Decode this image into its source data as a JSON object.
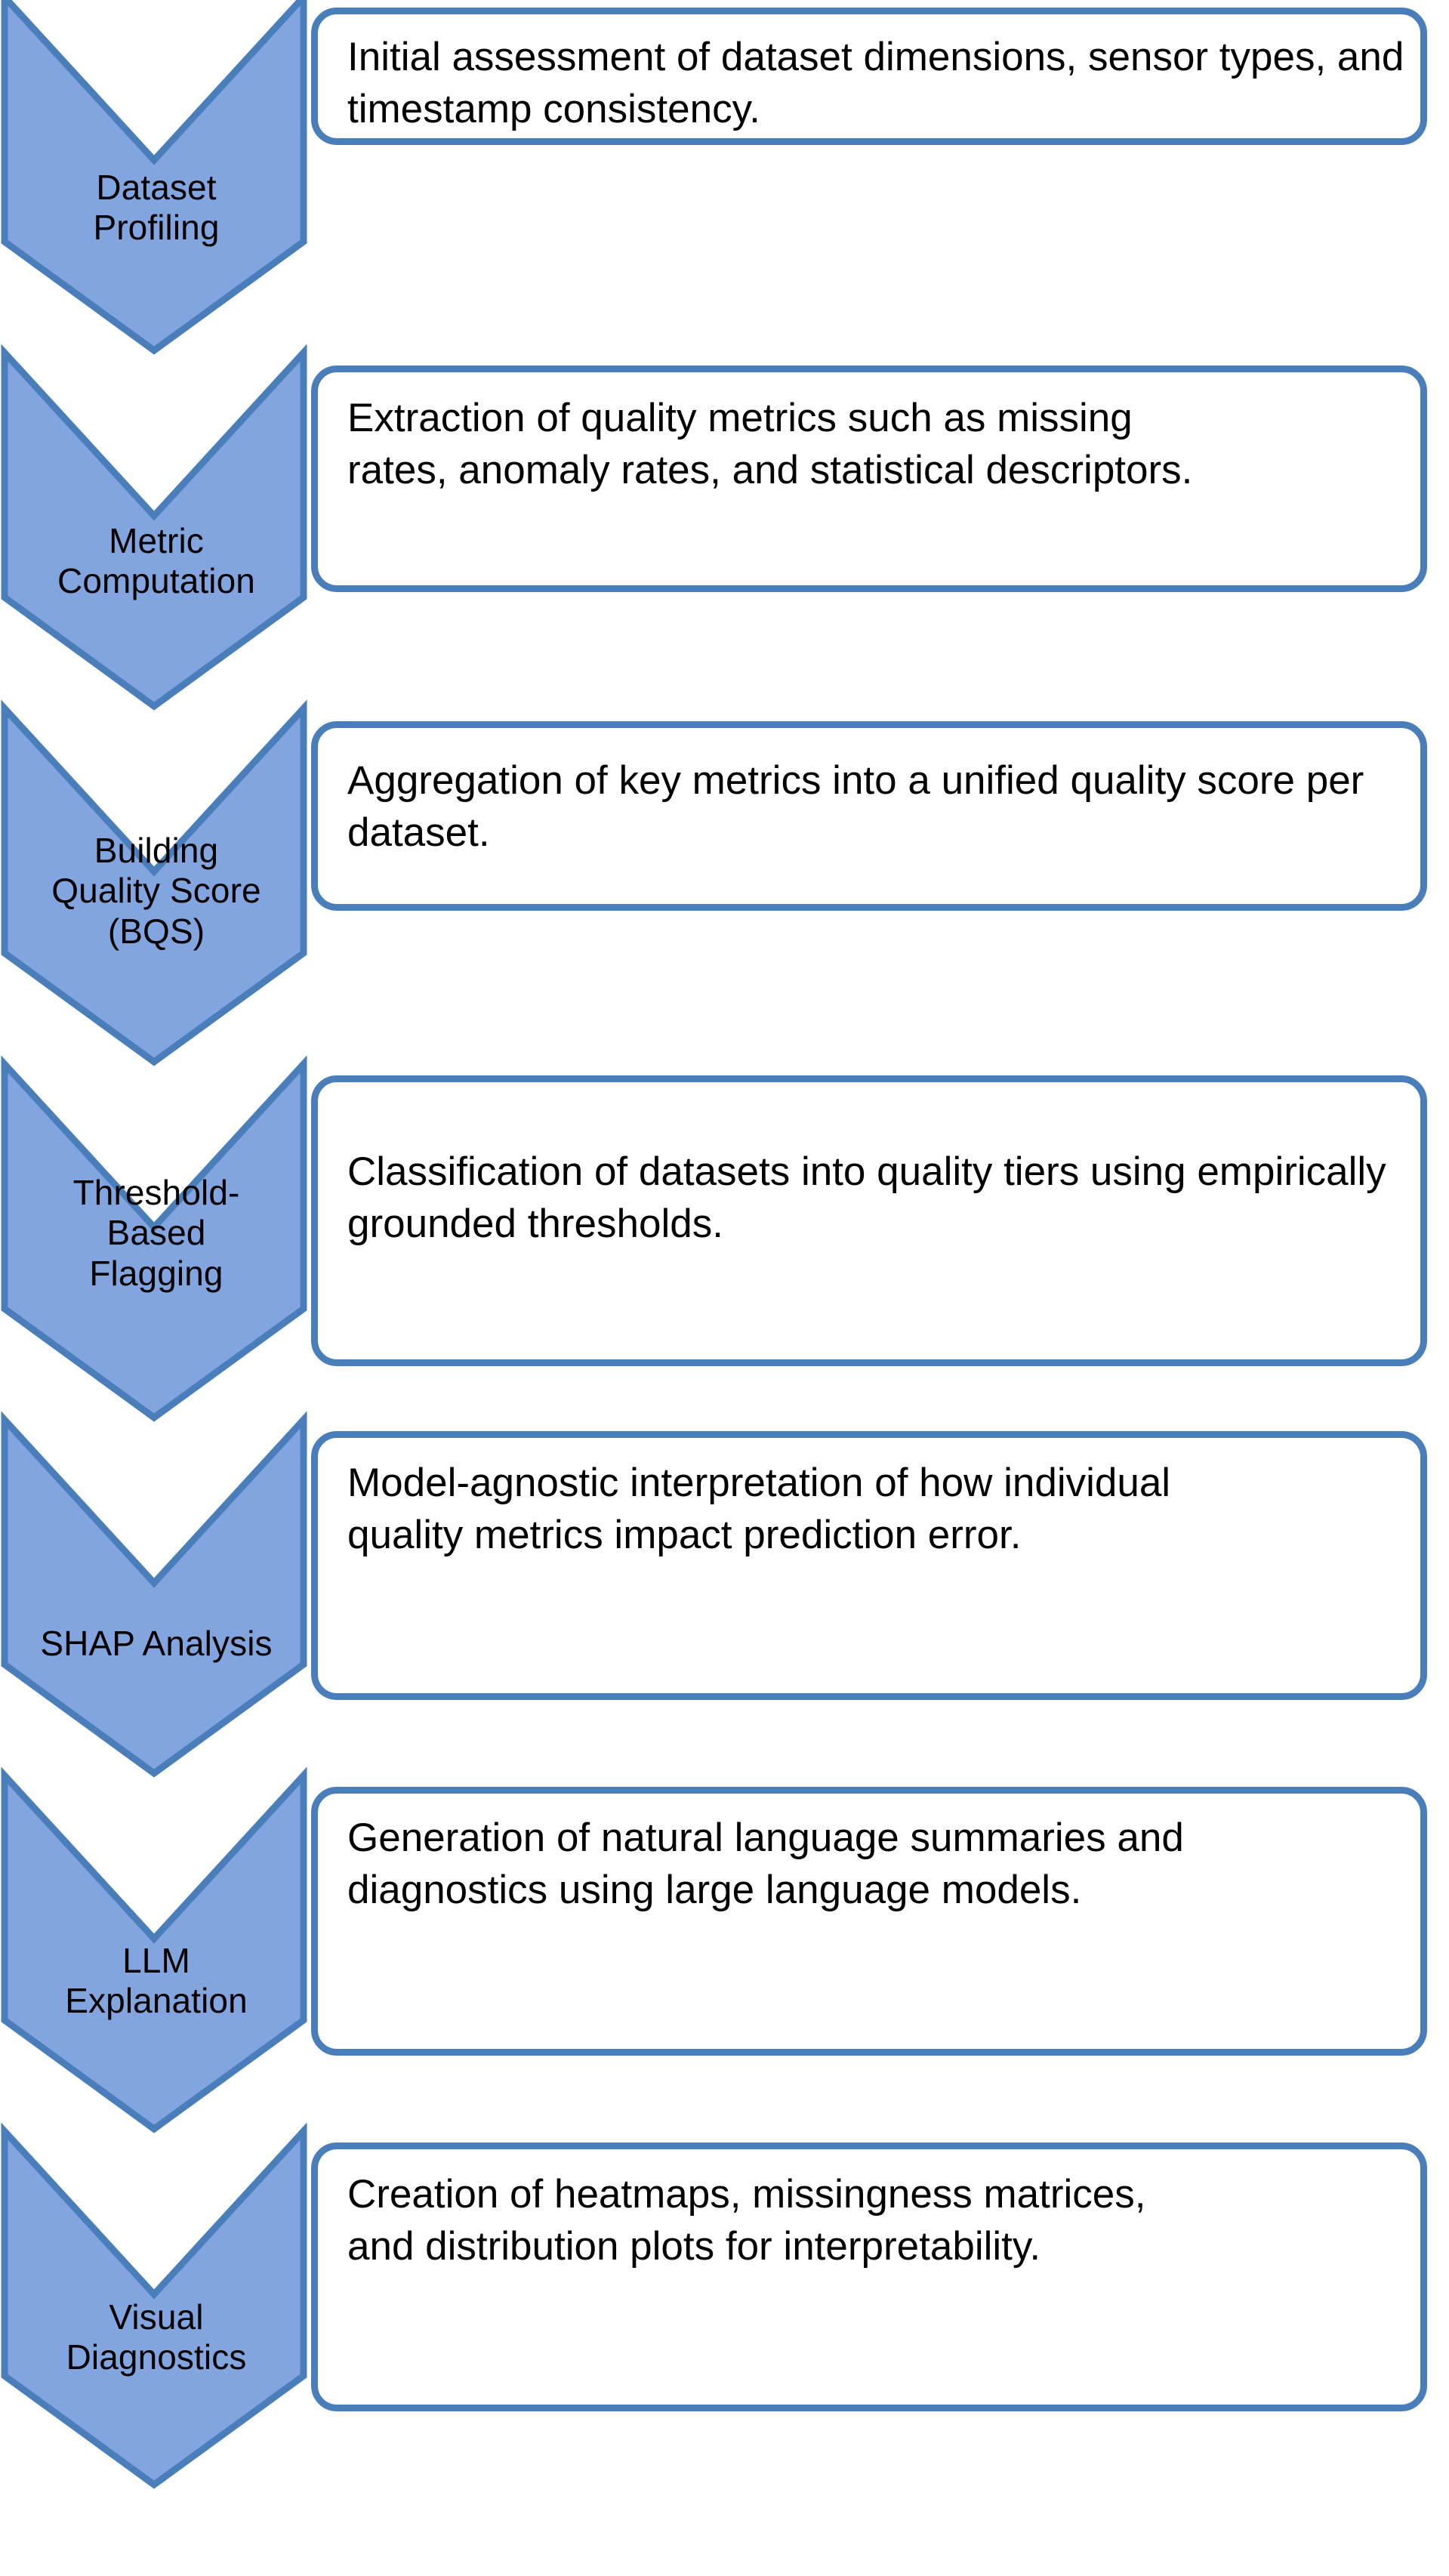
{
  "diagram": {
    "title": "Data quality assessment pipeline",
    "type": "vertical-chevron-process-flow",
    "colors": {
      "chevron_fill": "#83A5DF",
      "chevron_border": "#4A7EBB",
      "box_fill": "#FFFFFF",
      "box_border": "#4A7EBB",
      "text": "#000000",
      "background": "#FFFFFF"
    },
    "steps": [
      {
        "index": 1,
        "label": "Dataset\nProfiling",
        "description": "Initial assessment of dataset dimensions, sensor types, and timestamp consistency."
      },
      {
        "index": 2,
        "label": "Metric\nComputation",
        "description": "Extraction of quality metrics such as missing rates, anomaly rates, and statistical descriptors."
      },
      {
        "index": 3,
        "label": "Building\nQuality Score\n(BQS)",
        "description": "Aggregation of key metrics into a unified quality score per dataset."
      },
      {
        "index": 4,
        "label": "Threshold-\nBased\nFlagging",
        "description": "Classification of datasets into quality tiers using empirically grounded thresholds."
      },
      {
        "index": 5,
        "label": "SHAP Analysis",
        "description": "Model-agnostic interpretation of how individual quality metrics impact prediction error."
      },
      {
        "index": 6,
        "label": "LLM\nExplanation",
        "description": "Generation of natural language summaries and diagnostics using large language models."
      },
      {
        "index": 7,
        "label": "Visual\nDiagnostics",
        "description": "Creation of heatmaps, missingness matrices, and distribution plots for interpretability."
      }
    ]
  }
}
